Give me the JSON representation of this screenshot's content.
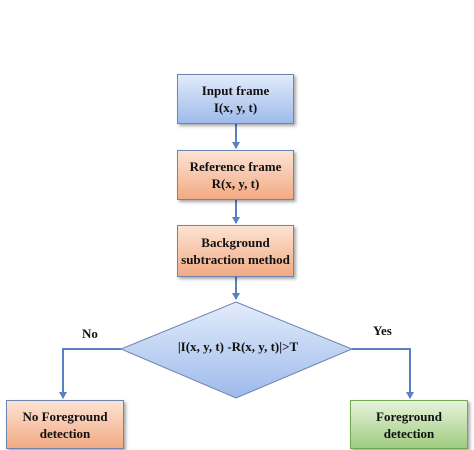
{
  "nodes": {
    "input": {
      "line1": "Input frame",
      "line2": "I(x, y, t)"
    },
    "reference": {
      "line1": "Reference frame",
      "line2": "R(x, y, t)"
    },
    "background": {
      "line1": "Background",
      "line2": "subtraction method"
    },
    "decision": {
      "text": "|I(x, y, t) -R(x, y, t)|>T"
    },
    "no_foreground": {
      "line1": "No Foreground",
      "line2": "detection"
    },
    "foreground": {
      "line1": "Foreground",
      "line2": "detection"
    }
  },
  "branches": {
    "no": "No",
    "yes": "Yes"
  },
  "colors": {
    "arrow": "#5b7fc4",
    "node_border": "#6d86b0",
    "decision_fill": "#b9cdf2"
  }
}
